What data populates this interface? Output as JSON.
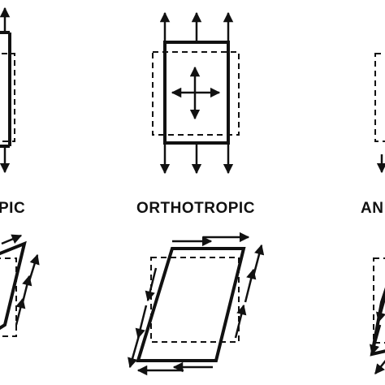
{
  "labels": {
    "left": "PIC",
    "center": "ORTHOTROPIC",
    "right": "AN"
  }
}
